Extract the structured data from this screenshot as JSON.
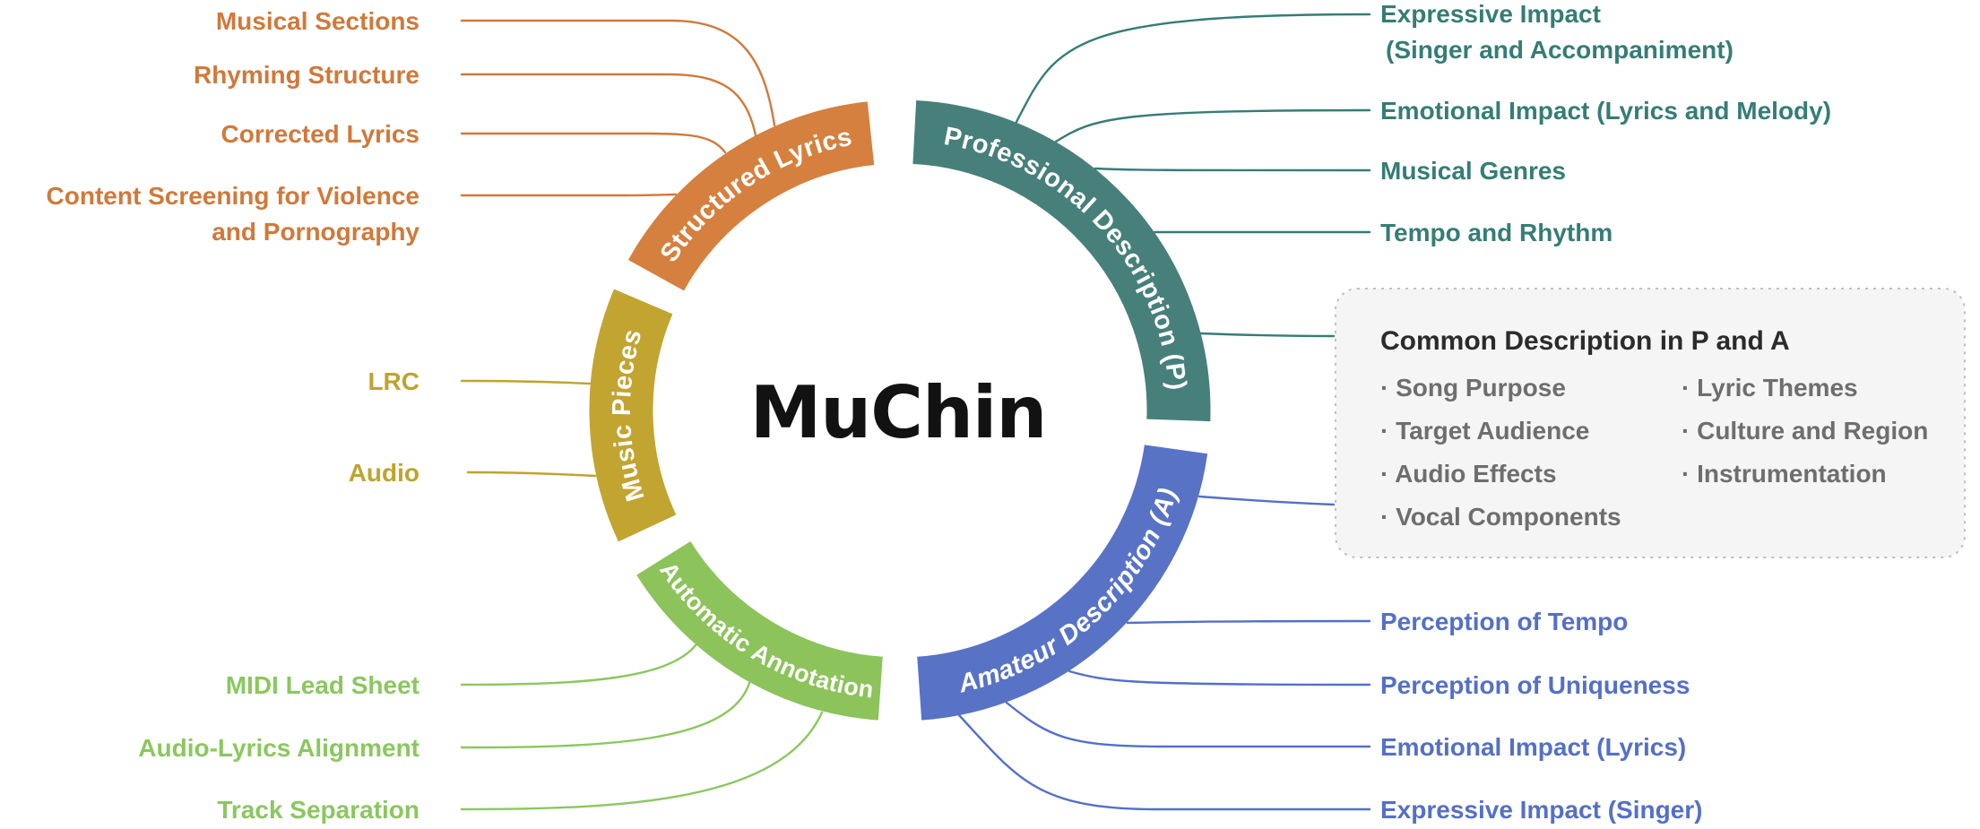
{
  "title": "MuChin",
  "colors": {
    "orange": "#d0793b",
    "orange_arc": "#d5803f",
    "teal": "#357d76",
    "teal_arc": "#47807b",
    "blue": "#5470c6",
    "blue_arc": "#5873c5",
    "green": "#8bc75f",
    "green_arc": "#8cc35a",
    "yellow": "#c0a32e",
    "yellow_arc": "#c2a430",
    "title_color": "#121212",
    "box_bg": "#f5f5f5",
    "box_border": "#bcc0c6",
    "box_title_color": "#2b2b2b",
    "box_item_color": "#6e6e6e"
  },
  "ring": {
    "segments": [
      {
        "id": "structured-lyrics",
        "label": "Structured Lyrics"
      },
      {
        "id": "professional-description",
        "label": "Professional Description (P)"
      },
      {
        "id": "amateur-description",
        "label": "Amateur Description (A)"
      },
      {
        "id": "automatic-annotation",
        "label": "Automatic Annotation"
      },
      {
        "id": "music-pieces",
        "label": "Music Pieces"
      }
    ]
  },
  "labels": {
    "musical_sections": "Musical Sections",
    "rhyming_structure": "Rhyming Structure",
    "corrected_lyrics": "Corrected Lyrics",
    "content_screening_1": "Content Screening for Violence",
    "content_screening_2": "and Pornography",
    "lrc": "LRC",
    "audio": "Audio",
    "midi_lead_sheet": "MIDI Lead Sheet",
    "audio_lyrics_alignment": "Audio-Lyrics Alignment",
    "track_separation": "Track Separation",
    "expressive_impact_1": "Expressive Impact",
    "expressive_impact_2": "(Singer and Accompaniment)",
    "emotional_impact_lm": "Emotional Impact (Lyrics and Melody)",
    "musical_genres": "Musical Genres",
    "tempo_and_rhythm": "Tempo and Rhythm",
    "perception_of_tempo": "Perception of Tempo",
    "perception_of_uniqueness": "Perception of Uniqueness",
    "emotional_impact_lyrics": "Emotional Impact (Lyrics)",
    "expressive_impact_singer": "Expressive Impact (Singer)"
  },
  "common_box": {
    "title": "Common Description in P and A",
    "items_left": [
      "· Song Purpose",
      "· Target Audience",
      "· Audio Effects",
      "· Vocal Components"
    ],
    "items_right": [
      "· Lyric Themes",
      "· Culture and Region",
      "· Instrumentation"
    ]
  }
}
